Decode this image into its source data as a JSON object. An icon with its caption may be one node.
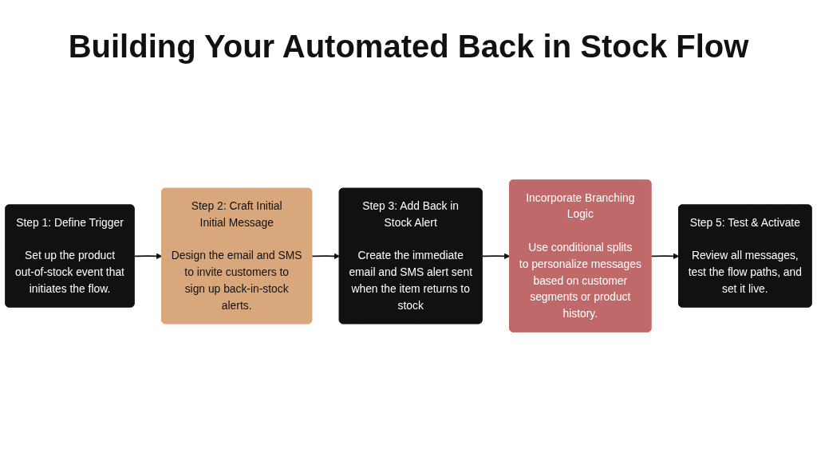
{
  "diagram": {
    "title": "Building Your Automated Back in Stock Flow",
    "nodes": [
      {
        "text": [
          "Step 1: Define Trigger",
          "Set up the product out-of-stock event that initiates the flow."
        ]
      },
      {
        "text": [
          "Step 2: Craft Initial Initial Message",
          "Design the email and SMS to invite customers to sign up back-in-stock alerts."
        ]
      },
      {
        "text": [
          "Step 3: Add Back in Stock Alert",
          "Create the immediate email and SMS alert sent when the item returns to stock"
        ]
      },
      {
        "text": [
          "Incorporate Branching Logic",
          "Use conditional splits to personalize messages based on customer segments or product history."
        ]
      },
      {
        "text": [
          "Step 5: Test & Activate",
          "Review all messages, test the flow paths, and set it live."
        ]
      }
    ],
    "edges": [
      {
        "from": 0,
        "to": 1,
        "arrow": "to"
      },
      {
        "from": 1,
        "to": 2,
        "arrow": "to"
      },
      {
        "from": 2,
        "to": 3,
        "arrow": "to"
      },
      {
        "from": 3,
        "to": 4,
        "arrow": "to"
      }
    ]
  }
}
